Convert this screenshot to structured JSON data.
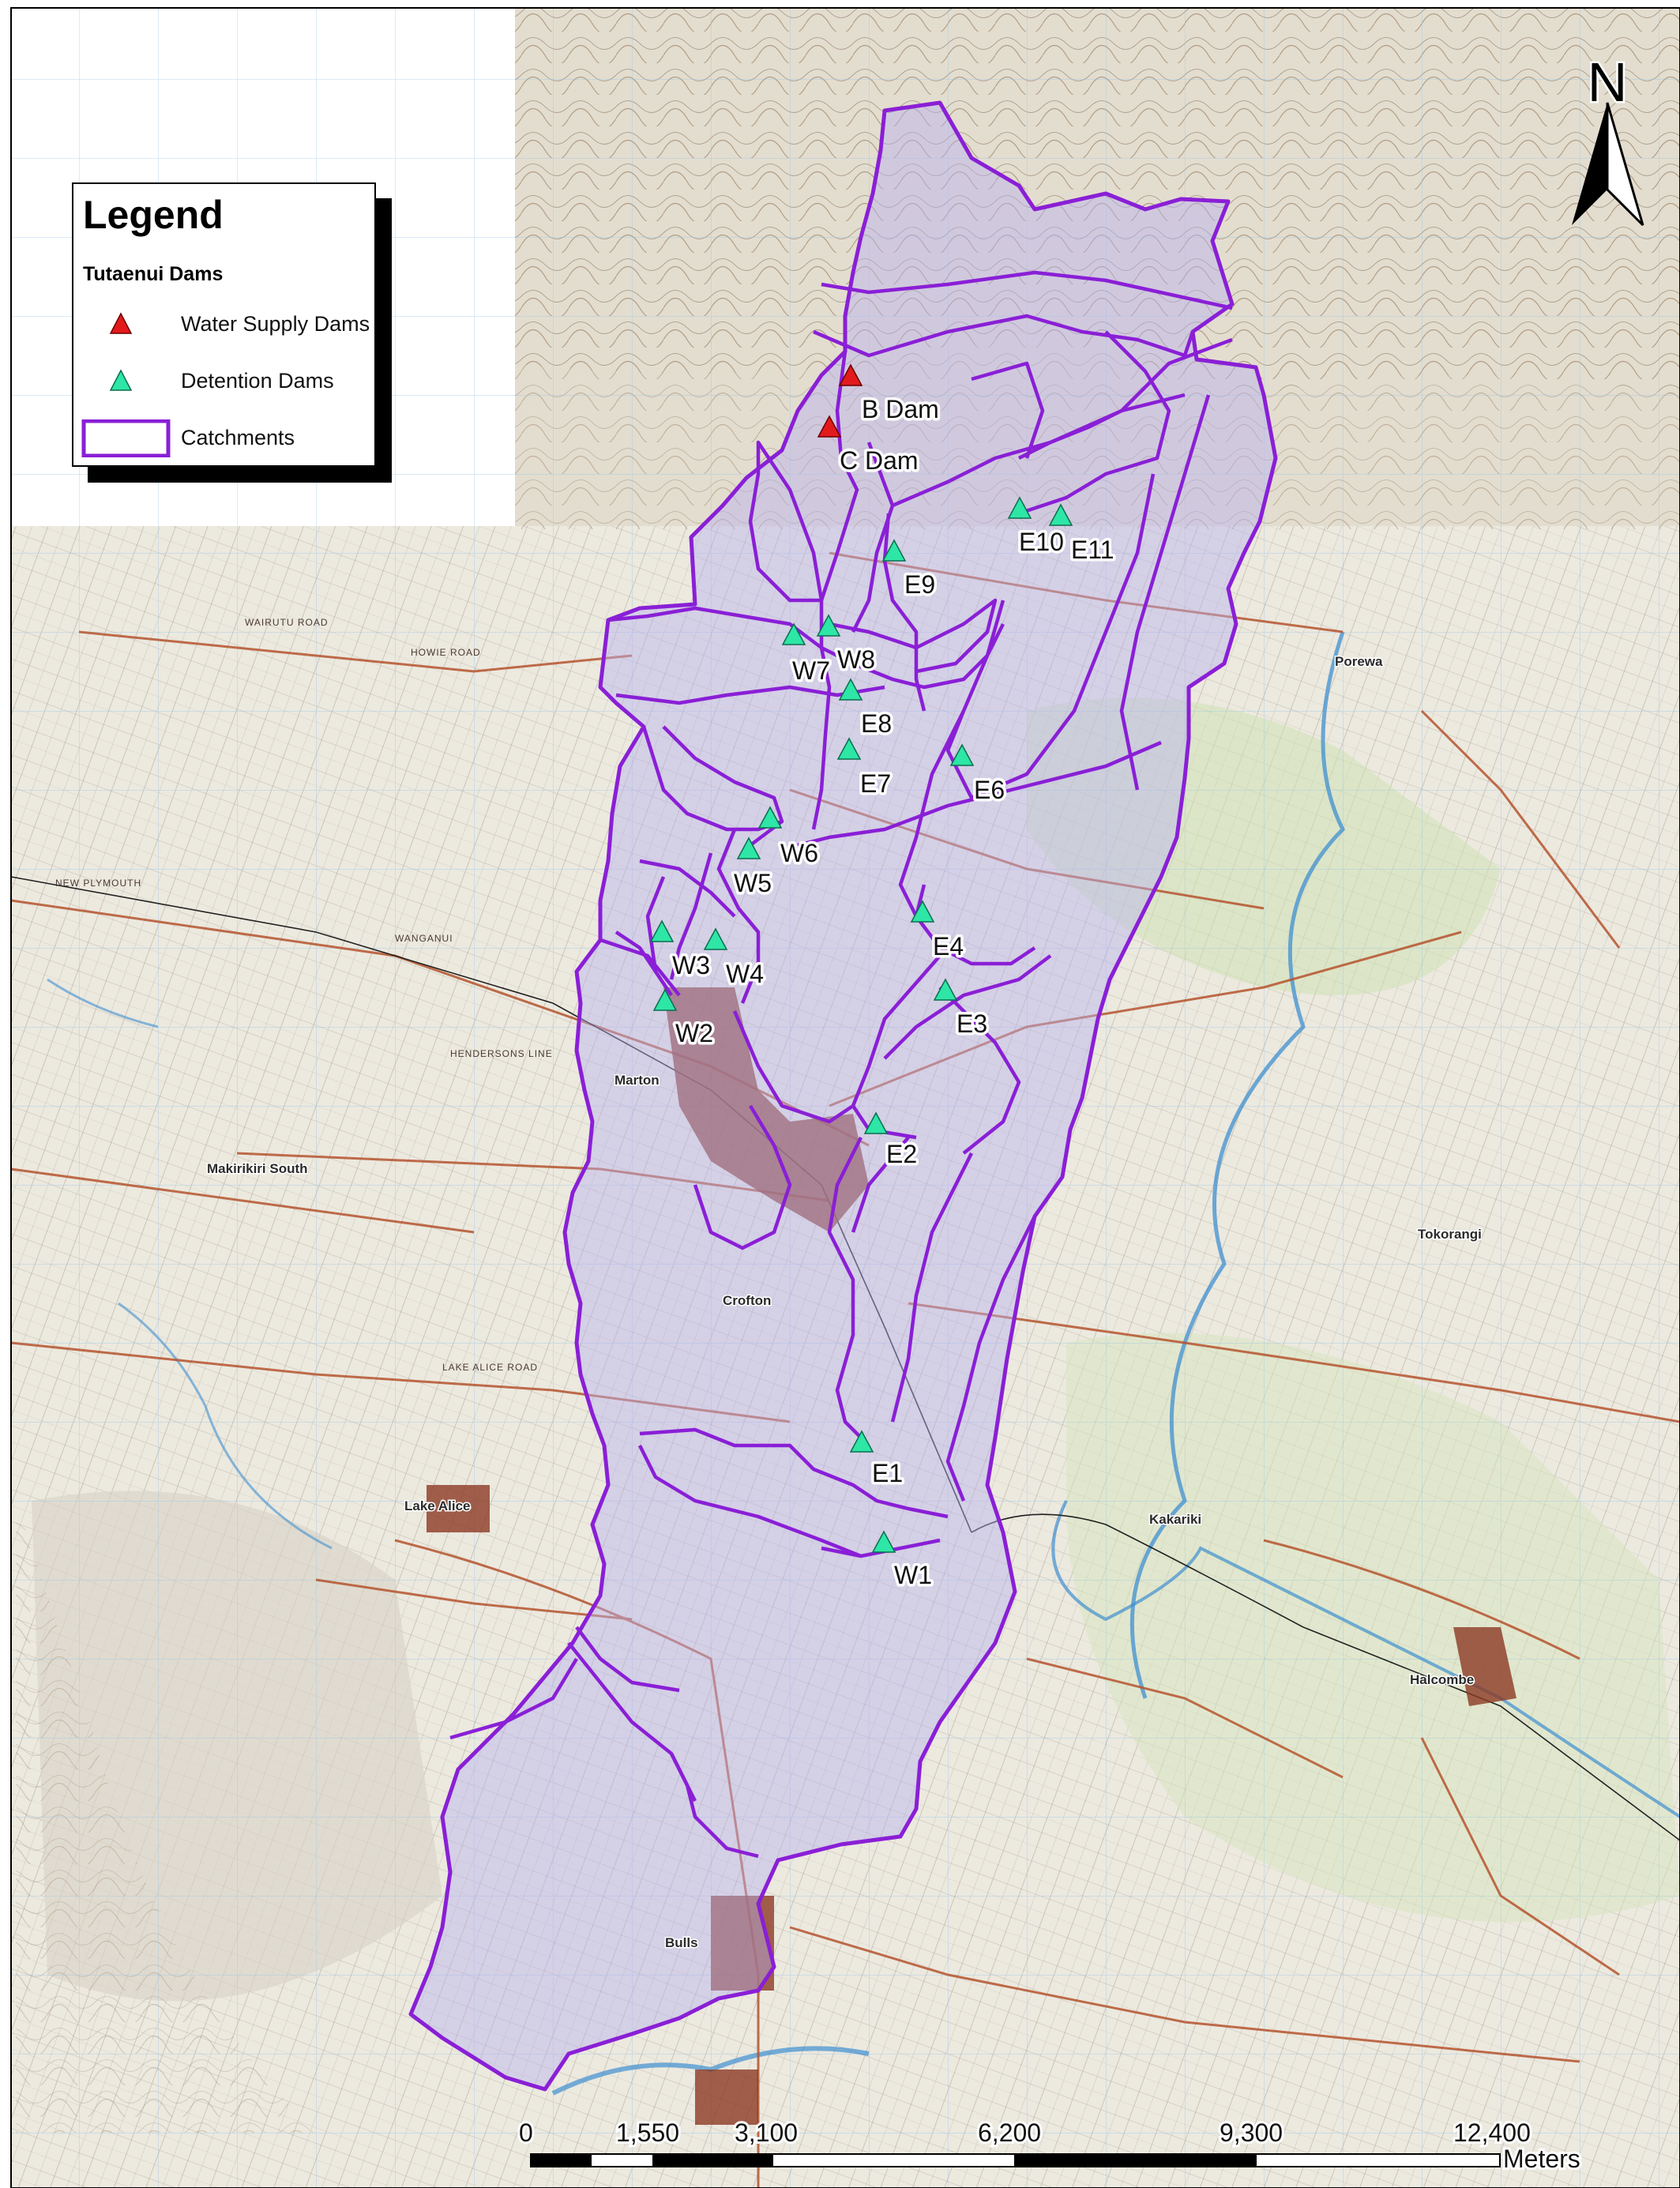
{
  "legend": {
    "title": "Legend",
    "subtitle": "Tutaenui Dams",
    "items": [
      {
        "label": "Water Supply Dams",
        "symbol": "red-triangle",
        "color": "#e31a1c"
      },
      {
        "label": "Detention Dams",
        "symbol": "green-triangle",
        "color": "#2ee6a6"
      },
      {
        "label": "Catchments",
        "symbol": "purple-outline",
        "color": "#8a1fd6"
      }
    ]
  },
  "north_arrow": {
    "label": "N"
  },
  "scale_bar": {
    "ticks": [
      "0",
      "1,550",
      "3,100",
      "6,200",
      "9,300",
      "12,400"
    ],
    "unit": "Meters"
  },
  "dams": {
    "water_supply": [
      {
        "id": "b-dam",
        "label": "B Dam"
      },
      {
        "id": "c-dam",
        "label": "C Dam"
      }
    ],
    "detention": [
      {
        "id": "e10",
        "label": "E10"
      },
      {
        "id": "e11",
        "label": "E11"
      },
      {
        "id": "e9",
        "label": "E9"
      },
      {
        "id": "w7",
        "label": "W7"
      },
      {
        "id": "w8",
        "label": "W8"
      },
      {
        "id": "e8",
        "label": "E8"
      },
      {
        "id": "e7",
        "label": "E7"
      },
      {
        "id": "e6",
        "label": "E6"
      },
      {
        "id": "w6",
        "label": "W6"
      },
      {
        "id": "w5",
        "label": "W5"
      },
      {
        "id": "e4",
        "label": "E4"
      },
      {
        "id": "w3",
        "label": "W3"
      },
      {
        "id": "w4",
        "label": "W4"
      },
      {
        "id": "w2",
        "label": "W2"
      },
      {
        "id": "e3",
        "label": "E3"
      },
      {
        "id": "e2",
        "label": "E2"
      },
      {
        "id": "e1",
        "label": "E1"
      },
      {
        "id": "w1",
        "label": "W1"
      }
    ]
  },
  "places": [
    {
      "id": "marton",
      "label": "Marton"
    },
    {
      "id": "bulls",
      "label": "Bulls"
    },
    {
      "id": "halcombe",
      "label": "Halcombe"
    },
    {
      "id": "lake-alice",
      "label": "Lake Alice"
    },
    {
      "id": "cranford",
      "label": "Crofton"
    },
    {
      "id": "kakariki",
      "label": "Kakariki"
    },
    {
      "id": "tokorangi",
      "label": "Tokorangi"
    },
    {
      "id": "porewa",
      "label": "Porewa"
    },
    {
      "id": "makirikiri",
      "label": "Makirikiri South"
    }
  ],
  "roads": [
    {
      "id": "road-1",
      "label": "NEW PLYMOUTH"
    },
    {
      "id": "road-2",
      "label": "WAIRUTU ROAD"
    },
    {
      "id": "road-3",
      "label": "HOWIE ROAD"
    },
    {
      "id": "road-4",
      "label": "WANGANUI"
    },
    {
      "id": "road-5",
      "label": "LAKE ALICE ROAD"
    },
    {
      "id": "road-6",
      "label": "HENDERSONS LINE"
    }
  ],
  "colors": {
    "catchment_outline": "#8a1fd6",
    "catchment_fill": "#b8b2f0",
    "water_supply_dam": "#e31a1c",
    "detention_dam": "#2ee6a6",
    "road": "#b5542e",
    "river": "#3f8fd0",
    "map_terrain": "#e9e7dc",
    "map_green": "#cfe2b5"
  }
}
